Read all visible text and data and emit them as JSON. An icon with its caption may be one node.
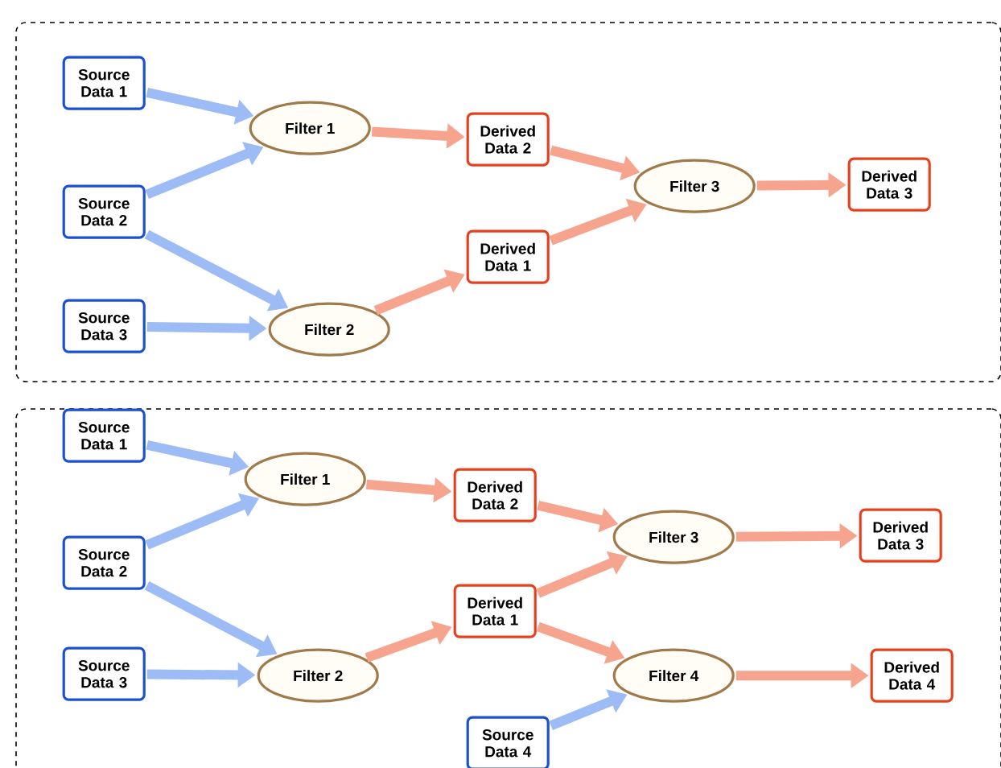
{
  "diagram": {
    "nodes": [
      {
        "text": [],
        "shape": "box"
      },
      {
        "text": [
          "Source Data 1"
        ],
        "in": 0
      },
      {
        "text": [
          "Source Data 2"
        ],
        "in": 0
      },
      {
        "text": [
          "Source Data 3"
        ],
        "in": 0
      },
      {
        "text": [
          "Filter 1"
        ],
        "in": 0
      },
      {
        "text": [
          "Filter 2"
        ],
        "in": 0
      },
      {
        "text": [
          "Derived Data 2"
        ],
        "in": 0
      },
      {
        "text": [
          "Derived Data 1"
        ],
        "in": 0
      },
      {
        "text": [
          "Filter 3"
        ],
        "in": 0
      },
      {
        "text": [
          "Derived Data 3"
        ],
        "in": 0
      },
      {
        "text": [],
        "shape": "box"
      },
      {
        "text": [
          "Source Data 1"
        ],
        "in": 10
      },
      {
        "text": [
          "Source Data 2"
        ],
        "in": 10
      },
      {
        "text": [
          "Source Data 3"
        ],
        "in": 10
      },
      {
        "text": [
          "Filter 1"
        ],
        "in": 10
      },
      {
        "text": [
          "Filter 2"
        ],
        "in": 10
      },
      {
        "text": [
          "Derived Data 2"
        ],
        "in": 10
      },
      {
        "text": [
          "Derived Data 1"
        ],
        "in": 10
      },
      {
        "text": [
          "Filter 3"
        ],
        "in": 10
      },
      {
        "text": [
          "Derived Data 3"
        ],
        "in": 10
      },
      {
        "text": [
          "Filter 4"
        ],
        "in": 10
      },
      {
        "text": [
          "Derived Data 4"
        ],
        "in": 10
      },
      {
        "text": [
          "Source Data 4"
        ],
        "in": 10
      }
    ],
    "edges": [
      {
        "from": 1,
        "to": 4,
        "arrow": "to",
        "color": "#9dbbf5"
      },
      {
        "from": 2,
        "to": 4,
        "arrow": "to",
        "color": "#9dbbf5"
      },
      {
        "from": 2,
        "to": 5,
        "arrow": "to",
        "color": "#9dbbf5"
      },
      {
        "from": 3,
        "to": 5,
        "arrow": "to",
        "color": "#9dbbf5"
      },
      {
        "from": 4,
        "to": 6,
        "arrow": "to"
      },
      {
        "from": 5,
        "to": 7,
        "arrow": "to"
      },
      {
        "from": 6,
        "to": 8,
        "arrow": "to"
      },
      {
        "from": 7,
        "to": 8,
        "arrow": "to"
      },
      {
        "from": 8,
        "to": 9,
        "arrow": "to"
      },
      {
        "from": 11,
        "to": 14,
        "arrow": "to",
        "color": "#9dbbf5"
      },
      {
        "from": 12,
        "to": 14,
        "arrow": "to",
        "color": "#9dbbf5"
      },
      {
        "from": 12,
        "to": 15,
        "arrow": "to",
        "color": "#9dbbf5"
      },
      {
        "from": 13,
        "to": 15,
        "arrow": "to",
        "color": "#9dbbf5"
      },
      {
        "from": 14,
        "to": 16,
        "arrow": "to"
      },
      {
        "from": 15,
        "to": 17,
        "arrow": "to"
      },
      {
        "from": 16,
        "to": 18,
        "arrow": "to"
      },
      {
        "from": 17,
        "to": 18,
        "arrow": "to"
      },
      {
        "from": 17,
        "to": 20,
        "arrow": "to"
      },
      {
        "from": 18,
        "to": 19,
        "arrow": "to"
      },
      {
        "from": 20,
        "to": 21,
        "arrow": "to"
      },
      {
        "from": 22,
        "to": 20,
        "arrow": "to",
        "color": "#9dbbf5"
      }
    ]
  }
}
